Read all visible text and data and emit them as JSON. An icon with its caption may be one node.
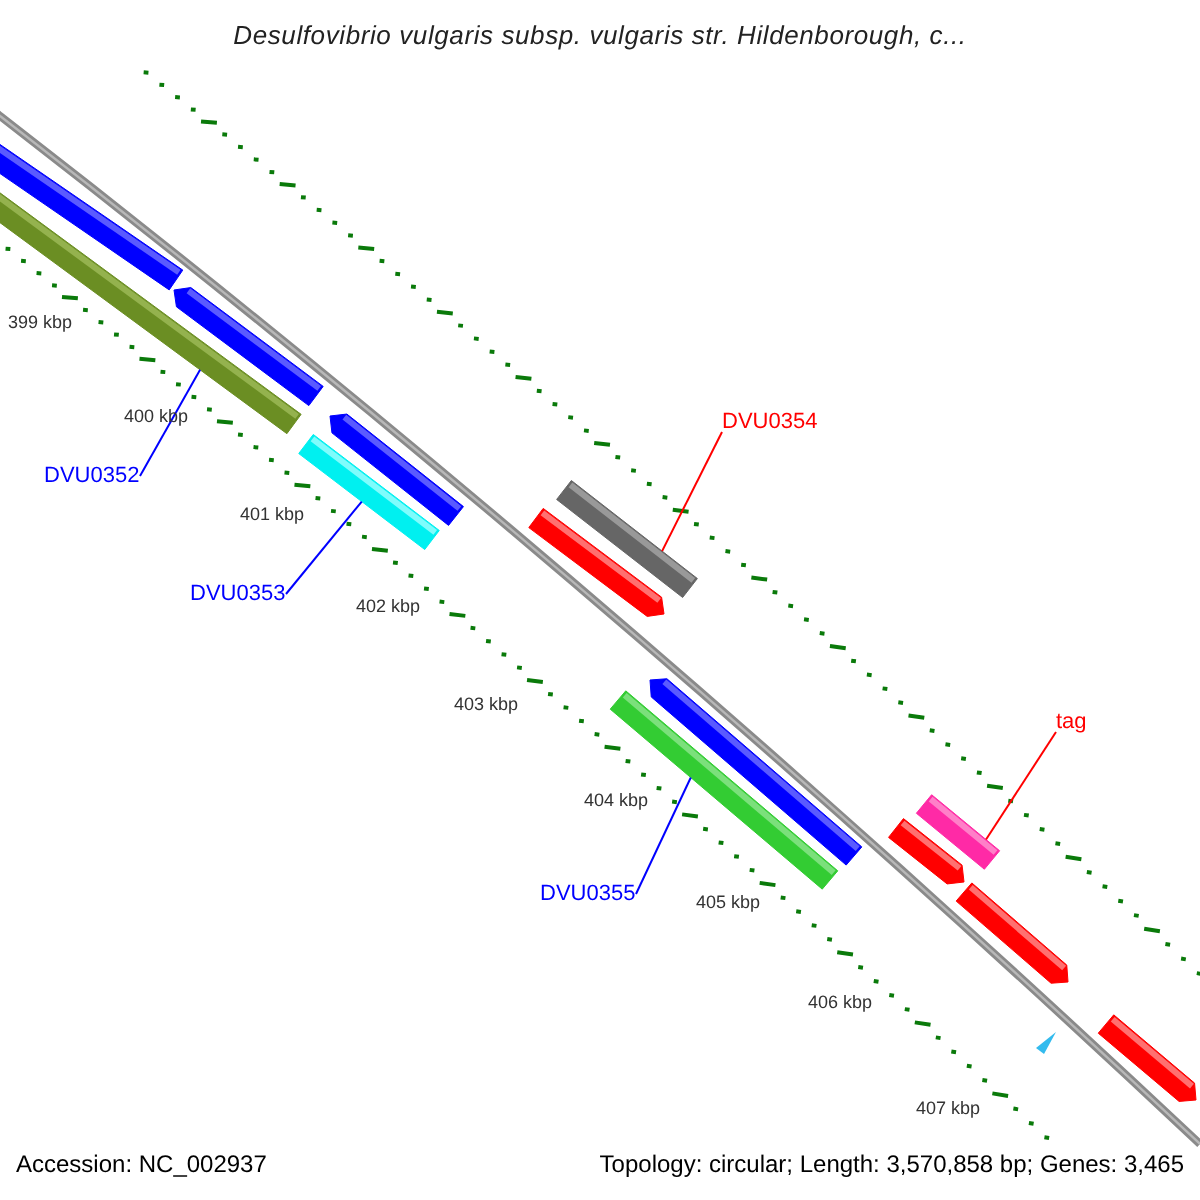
{
  "diagram": {
    "title": "Desulfovibrio vulgaris subsp. vulgaris str. Hildenborough, c...",
    "nodes": [
      {
        "text": [
          "DVU0352"
        ]
      },
      {
        "text": [],
        "shape": "bar"
      },
      {
        "text": [
          "DVU0353"
        ]
      },
      {
        "text": [],
        "shape": "bar"
      },
      {
        "text": [
          "DVU0354"
        ]
      },
      {
        "text": [],
        "shape": "bar"
      },
      {
        "text": [
          "DVU0355"
        ]
      },
      {
        "text": [],
        "shape": "bar"
      },
      {
        "text": [
          "tag"
        ]
      },
      {
        "text": [],
        "shape": "bar"
      }
    ],
    "edges": [
      {
        "from": 0,
        "to": 1,
        "arrow": "none"
      },
      {
        "from": 2,
        "to": 3,
        "arrow": "none"
      },
      {
        "from": 4,
        "to": 5,
        "arrow": "none",
        "color": "#ff0000"
      },
      {
        "from": 6,
        "to": 7,
        "arrow": "none"
      },
      {
        "from": 8,
        "to": 9,
        "arrow": "none",
        "color": "#ff0000"
      }
    ],
    "labels": [
      "399 kbp",
      "400 kbp",
      "401 kbp",
      "402 kbp",
      "403 kbp",
      "404 kbp",
      "405 kbp",
      "406 kbp",
      "407 kbp",
      "Accession: NC_002937",
      "Topology: circular; Length: 3,570,858 bp; Genes: 3,465"
    ]
  }
}
